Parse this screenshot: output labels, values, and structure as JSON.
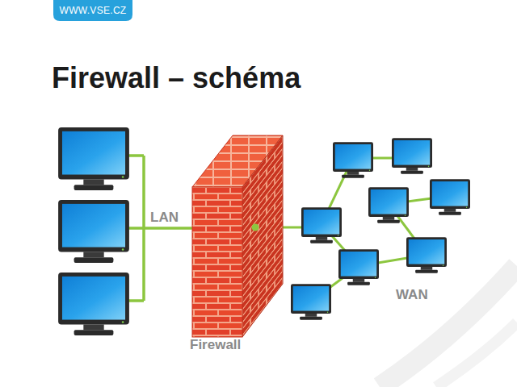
{
  "diagram": {
    "title": "Firewall – schéma",
    "labels": [
      "WWW.VSE.CZ",
      "LAN",
      "WAN",
      "Firewall"
    ]
  }
}
